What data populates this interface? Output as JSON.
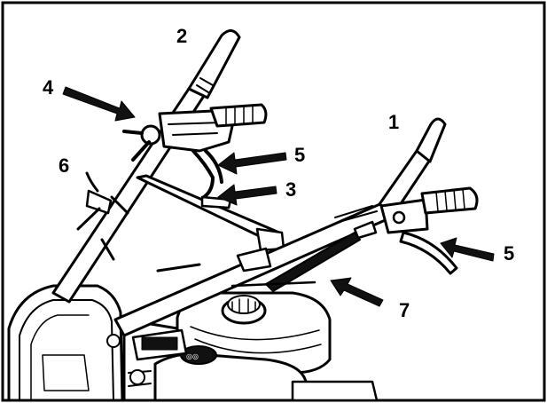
{
  "figure": {
    "callouts": [
      {
        "id": "c1",
        "text": "1"
      },
      {
        "id": "c2",
        "text": "2"
      },
      {
        "id": "c3",
        "text": "3"
      },
      {
        "id": "c4",
        "text": "4"
      },
      {
        "id": "c5a",
        "text": "5"
      },
      {
        "id": "c5b",
        "text": "5"
      },
      {
        "id": "c6",
        "text": "6"
      },
      {
        "id": "c7",
        "text": "7"
      }
    ],
    "colors": {
      "ink": "#000000",
      "background": "#ffffff",
      "dark_fill": "#111111"
    }
  }
}
